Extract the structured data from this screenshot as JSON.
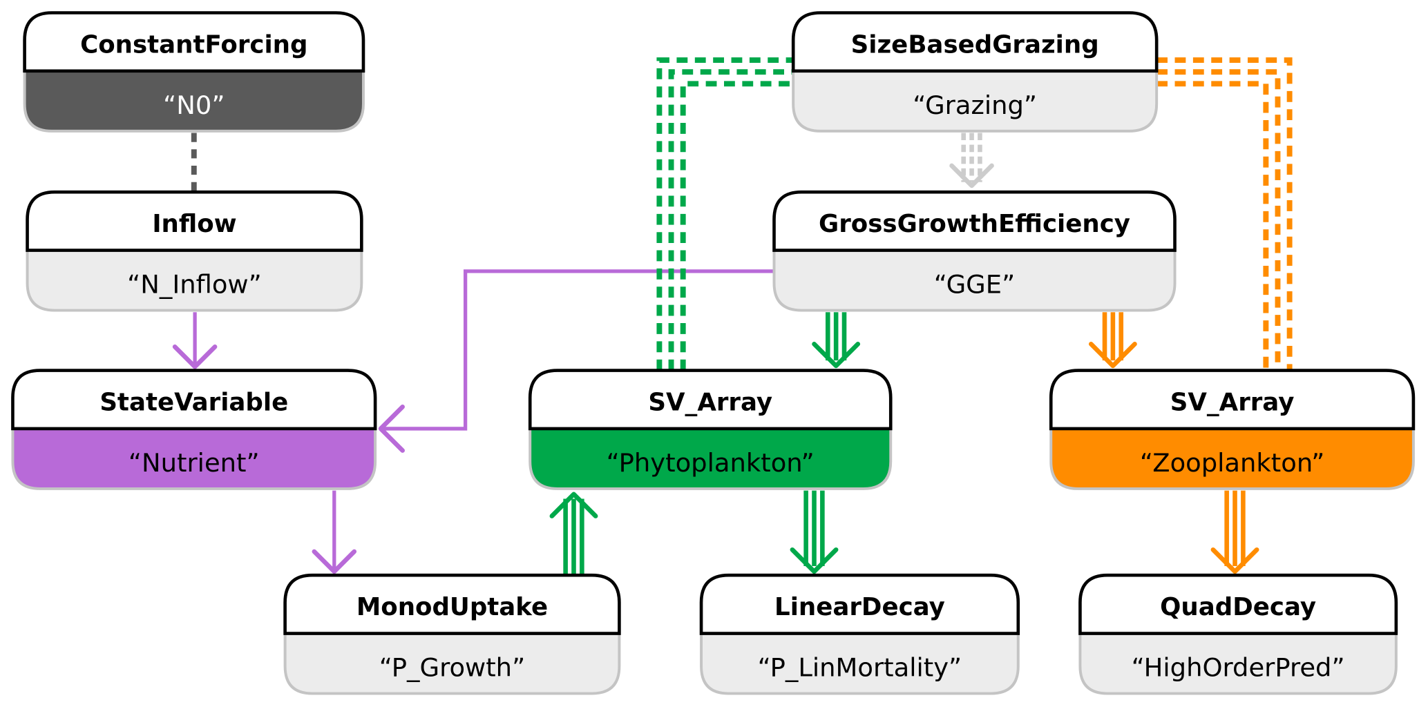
{
  "diagram": {
    "colors": {
      "nutrient": "#b86ad8",
      "phytoplankton": "#00a84a",
      "zooplankton": "#ff8c00",
      "forcing": "#5a5a5a",
      "neutral_body": "#ececec",
      "neutral_border": "#c4c4c4",
      "grazing_link": "#cccccc",
      "forcing_link": "#5a5a5a"
    },
    "nodes": [
      {
        "id": "constant-forcing",
        "type": "ConstantForcing",
        "name": "“N0”",
        "fill": "forcing",
        "text_color": "#ffffff"
      },
      {
        "id": "inflow",
        "type": "Inflow",
        "name": "“N_Inflow”",
        "fill": "neutral_body",
        "text_color": "#000000"
      },
      {
        "id": "state-variable",
        "type": "StateVariable",
        "name": "“Nutrient”",
        "fill": "nutrient",
        "text_color": "#000000"
      },
      {
        "id": "size-based-grazing",
        "type": "SizeBasedGrazing",
        "name": "“Grazing”",
        "fill": "neutral_body",
        "text_color": "#000000"
      },
      {
        "id": "gross-growth-efficiency",
        "type": "GrossGrowthEfficiency",
        "name": "“GGE”",
        "fill": "neutral_body",
        "text_color": "#000000"
      },
      {
        "id": "sv-array-phyto",
        "type": "SV_Array",
        "name": "“Phytoplankton”",
        "fill": "phytoplankton",
        "text_color": "#000000"
      },
      {
        "id": "sv-array-zoo",
        "type": "SV_Array",
        "name": "“Zooplankton”",
        "fill": "zooplankton",
        "text_color": "#000000"
      },
      {
        "id": "monod-uptake",
        "type": "MonodUptake",
        "name": "“P_Growth”",
        "fill": "neutral_body",
        "text_color": "#000000"
      },
      {
        "id": "linear-decay",
        "type": "LinearDecay",
        "name": "“P_LinMortality”",
        "fill": "neutral_body",
        "text_color": "#000000"
      },
      {
        "id": "quad-decay",
        "type": "QuadDecay",
        "name": "“HighOrderPred”",
        "fill": "neutral_body",
        "text_color": "#000000"
      }
    ],
    "edges": [
      {
        "from": "constant-forcing",
        "to": "inflow",
        "style": "dashed-single",
        "color": "forcing_link",
        "arrow": false
      },
      {
        "from": "inflow",
        "to": "state-variable",
        "style": "single",
        "color": "nutrient",
        "arrow": true
      },
      {
        "from": "gross-growth-efficiency",
        "to": "state-variable",
        "style": "single",
        "color": "nutrient",
        "arrow": true
      },
      {
        "from": "state-variable",
        "to": "monod-uptake",
        "style": "single",
        "color": "nutrient",
        "arrow": true
      },
      {
        "from": "monod-uptake",
        "to": "sv-array-phyto",
        "style": "triple",
        "color": "phytoplankton",
        "arrow": true
      },
      {
        "from": "gross-growth-efficiency",
        "to": "sv-array-phyto",
        "style": "triple",
        "color": "phytoplankton",
        "arrow": true
      },
      {
        "from": "sv-array-phyto",
        "to": "linear-decay",
        "style": "triple",
        "color": "phytoplankton",
        "arrow": true
      },
      {
        "from": "sv-array-phyto",
        "to": "size-based-grazing",
        "style": "dashed-triple",
        "color": "phytoplankton",
        "arrow": false
      },
      {
        "from": "size-based-grazing",
        "to": "gross-growth-efficiency",
        "style": "dashed-triple",
        "color": "grazing_link",
        "arrow": true
      },
      {
        "from": "gross-growth-efficiency",
        "to": "sv-array-zoo",
        "style": "triple",
        "color": "zooplankton",
        "arrow": true
      },
      {
        "from": "sv-array-zoo",
        "to": "size-based-grazing",
        "style": "dashed-triple",
        "color": "zooplankton",
        "arrow": false
      },
      {
        "from": "sv-array-zoo",
        "to": "quad-decay",
        "style": "triple",
        "color": "zooplankton",
        "arrow": true
      }
    ]
  }
}
